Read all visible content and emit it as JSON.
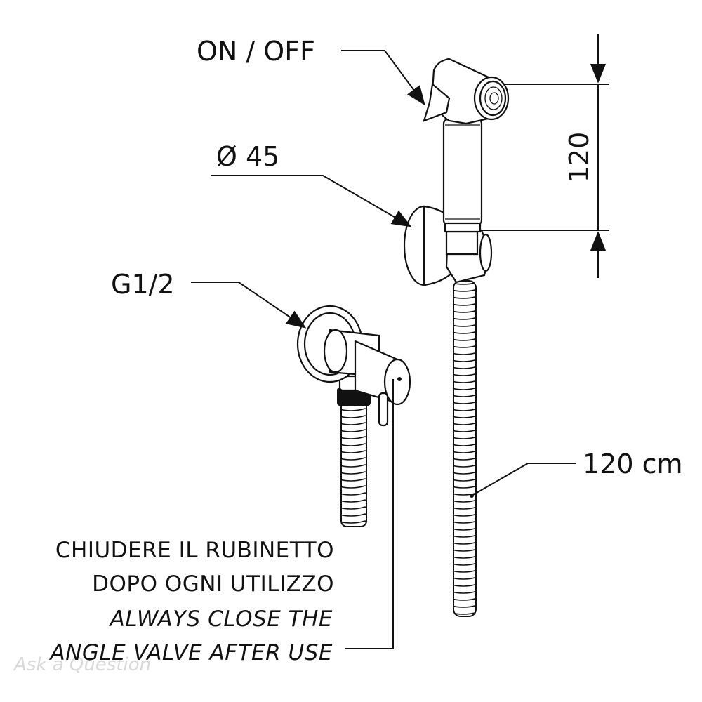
{
  "callouts": {
    "on_off": "ON / OFF",
    "diameter": "Ø 45",
    "thread": "G1/2",
    "hose_length": "120 cm",
    "height_dimension": "120"
  },
  "note": {
    "it_line1": "CHIUDERE IL RUBINETTO",
    "it_line2": "DOPO OGNI UTILIZZO",
    "en_line1": "ALWAYS CLOSE THE",
    "en_line2": "ANGLE VALVE AFTER USE"
  },
  "watermark": "Ask a Question",
  "colors": {
    "ink": "#111111",
    "background": "#ffffff",
    "watermark": "#d9d9d9"
  }
}
